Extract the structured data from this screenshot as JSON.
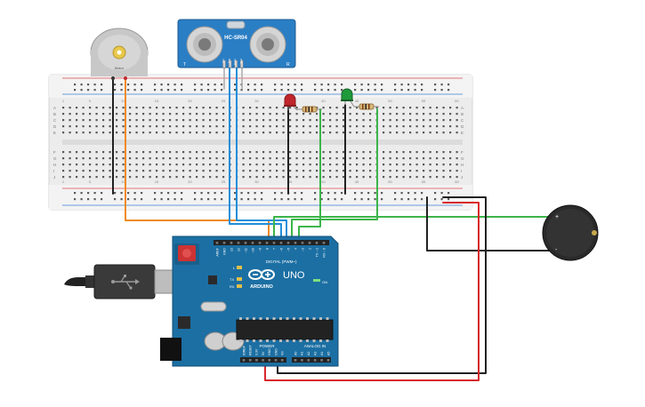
{
  "colors": {
    "wire_orange": "#f08a1c",
    "wire_blue": "#1f8ed8",
    "wire_green": "#3cb54a",
    "wire_black": "#222222",
    "wire_red": "#d9262c",
    "arduino_blue": "#1c6fa3",
    "sensor_blue": "#2a7ec4",
    "breadboard": "#eeeeee",
    "led_red": "#c0262c",
    "led_green": "#1e9a3a",
    "buzzer": "#2a2a2a"
  },
  "motor": {
    "label": "Motor"
  },
  "ultrasonic": {
    "model": "HC-SR04",
    "left_mark": "T",
    "right_mark": "R",
    "pins": [
      "Vcc",
      "Trig",
      "Echo",
      "Gnd"
    ]
  },
  "breadboard": {
    "row_letters_top": [
      "A",
      "B",
      "C",
      "D",
      "E"
    ],
    "row_letters_bottom": [
      "F",
      "G",
      "H",
      "I",
      "J"
    ],
    "column_numbers": [
      "1",
      "5",
      "10",
      "15",
      "20",
      "25",
      "30",
      "35",
      "40",
      "45",
      "50",
      "55",
      "60"
    ]
  },
  "buzzer": {
    "plus_mark": "+",
    "minus_mark": "-"
  },
  "arduino": {
    "logo_text": "ARDUINO",
    "model": "UNO",
    "on_label": "ON",
    "l_label": "L",
    "tx_label": "TX",
    "rx_label": "RX",
    "digital_label": "DIGITAL (PWM~)",
    "power_label": "POWER",
    "analog_label": "ANALOG IN",
    "digital_pins": [
      "AREF",
      "GND",
      "13",
      "12",
      "~11",
      "~10",
      "~9",
      "8",
      "7",
      "~6",
      "~5",
      "4",
      "~3",
      "2",
      "TX→1",
      "RX←0"
    ],
    "power_pins": [
      "IOREF",
      "RESET",
      "3.3V",
      "5V",
      "GND",
      "GND",
      "Vin"
    ],
    "analog_pins": [
      "A0",
      "A1",
      "A2",
      "A3",
      "A4",
      "A5"
    ]
  }
}
